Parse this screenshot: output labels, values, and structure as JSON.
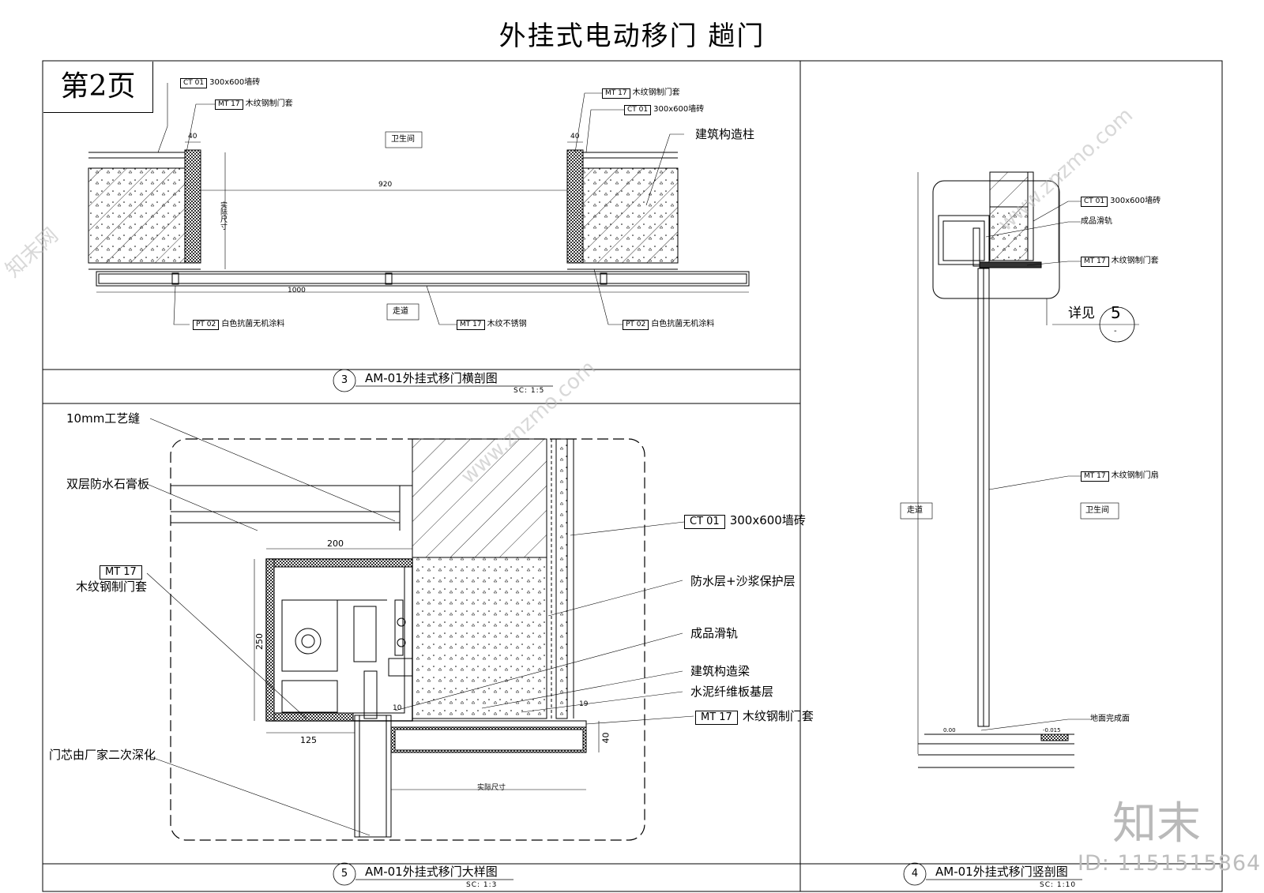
{
  "title": "外挂式电动移门 趟门",
  "page": "第2页",
  "section3": {
    "caption": "AM-01外挂式移门横剖图",
    "number": "3",
    "scale": "SC: 1:5",
    "ct01_tag": "CT 01",
    "ct01_text": "300x600墙砖",
    "mt17_tag": "MT 17",
    "mt17_text": "木纹钢制门套",
    "mt17r_tag": "MT 17",
    "mt17r_text": "木纹钢制门套",
    "ct01r_tag": "CT 01",
    "ct01r_text": "300x600墙砖",
    "column_label": "建筑构造柱",
    "room_top": "卫生间",
    "room_bottom": "走道",
    "pt02_tag": "PT 02",
    "pt02_text": "白色抗菌无机涂料",
    "mt17b_tag": "MT 17",
    "mt17b_text": "木纹不锈钢",
    "pt02r_tag": "PT 02",
    "pt02r_text": "白色抗菌无机涂料",
    "dim_920": "920",
    "dim_1000": "1000",
    "dim_40l": "40",
    "dim_40r": "40",
    "dim_vertical": "实际尺寸"
  },
  "section5": {
    "caption": "AM-01外挂式移门大样图",
    "number": "5",
    "scale": "SC: 1:3",
    "gap": "10mm工艺缝",
    "gypsum": "双层防水石膏板",
    "mt17_tag": "MT 17",
    "mt17_text": "木纹钢制门套",
    "ct01_tag": "CT 01",
    "ct01_text": "300x600墙砖",
    "waterproof": "防水层+沙浆保护层",
    "rail": "成品滑轨",
    "beam": "建筑构造梁",
    "cement": "水泥纤维板基层",
    "mt17b_tag": "MT 17",
    "mt17b_text": "木纹钢制门套",
    "core": "门芯由厂家二次深化",
    "dim_200": "200",
    "dim_250": "250",
    "dim_125": "125",
    "dim_40": "40",
    "dim_10": "10",
    "dim_19": "19",
    "dim_actual": "实际尺寸"
  },
  "section4": {
    "caption": "AM-01外挂式移门竖剖图",
    "number": "4",
    "scale": "SC: 1:10",
    "ct01_tag": "CT 01",
    "ct01_text": "300x600墙砖",
    "rail": "成品滑轨",
    "mt17_tag": "MT 17",
    "mt17_text": "木纹钢制门套",
    "detail_ref": "详见",
    "detail_num": "5",
    "detail_sub": "-",
    "mt17d_tag": "MT 17",
    "mt17d_text": "木纹钢制门扇",
    "room_left": "走道",
    "room_right": "卫生间",
    "floor": "地面完成面",
    "lvl_left": "0.00",
    "lvl_right": "-0.015"
  },
  "watermarks": {
    "site": "www.znzmo.com",
    "brand": "知末网",
    "logo": "知末",
    "id": "ID: 1151515864"
  }
}
